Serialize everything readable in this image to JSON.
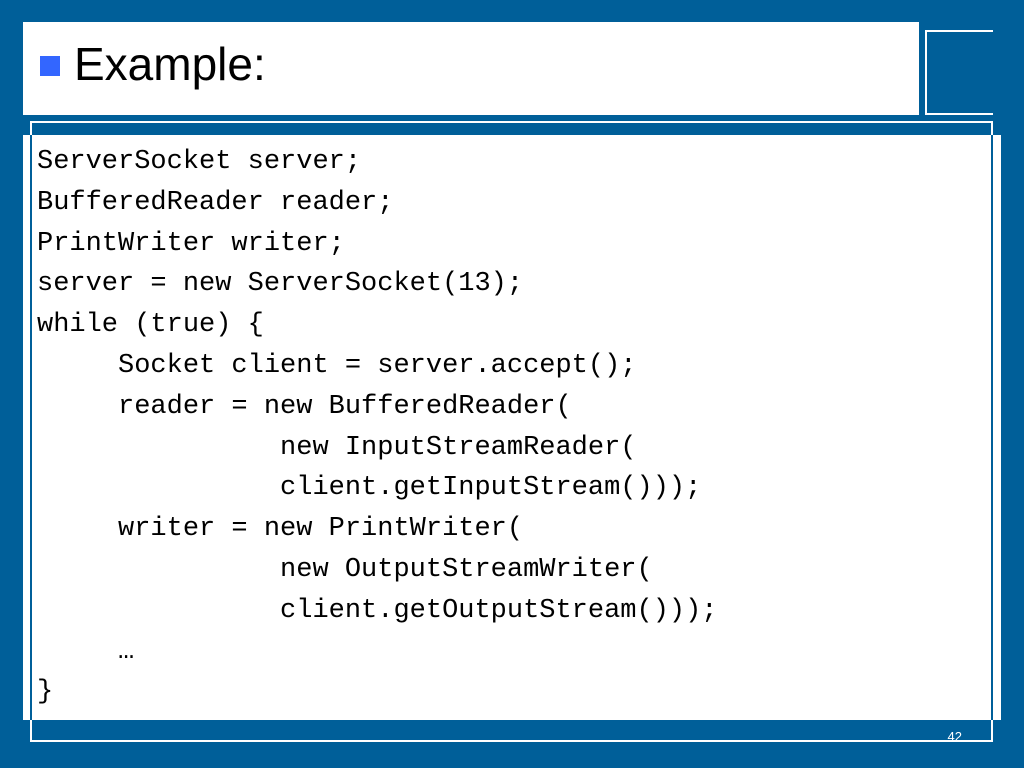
{
  "slide": {
    "title": "Example:",
    "page_number": "42",
    "code_lines": [
      "ServerSocket server;",
      "BufferedReader reader;",
      "PrintWriter writer;",
      "server = new ServerSocket(13);",
      "while (true) {",
      "     Socket client = server.accept();",
      "     reader = new BufferedReader(",
      "               new InputStreamReader(",
      "               client.getInputStream()));",
      "     writer = new PrintWriter(",
      "               new OutputStreamWriter(",
      "               client.getOutputStream()));",
      "     …",
      "}"
    ],
    "colors": {
      "frame": "#005f99",
      "bullet": "#3366ff",
      "background": "#ffffff"
    }
  }
}
